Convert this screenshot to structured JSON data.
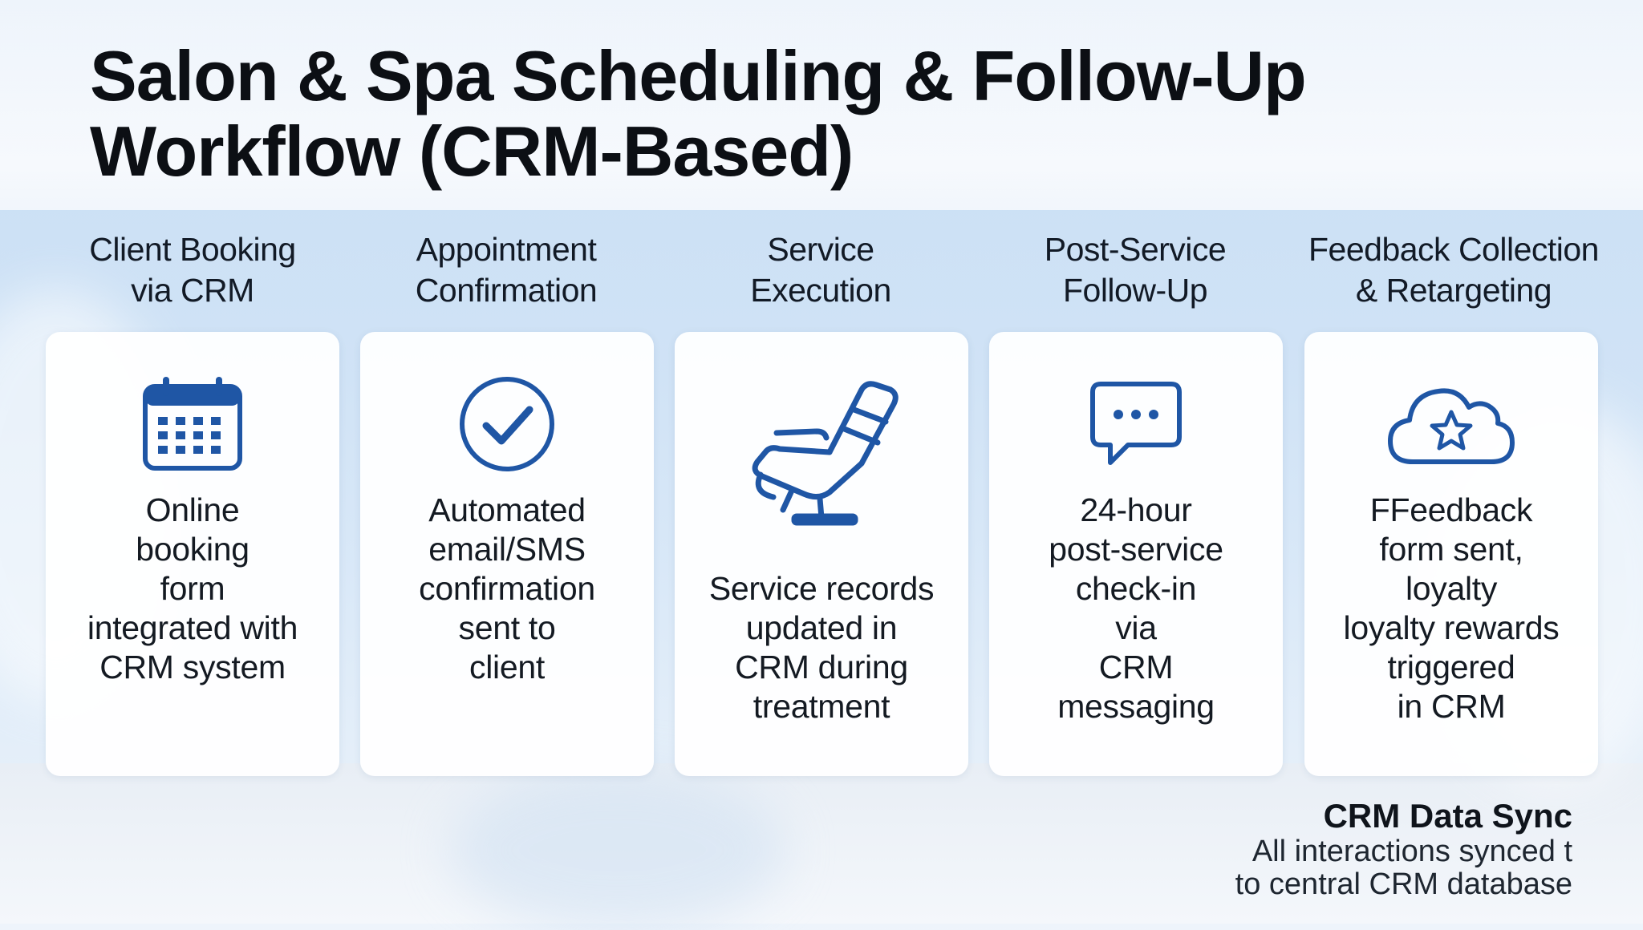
{
  "title": "Salon & Spa Scheduling & Follow-Up\nWorkflow (CRM-Based)",
  "steps": [
    {
      "title": "Client Booking\nvia CRM",
      "icon": "calendar-icon",
      "description": "Online\nbooking\nform\nintegrated with\nCRM system"
    },
    {
      "title": "Appointment\nConfirmation",
      "icon": "check-circle-icon",
      "description": "Automated\nemail/SMS\nconfirmation\nsent to\nclient"
    },
    {
      "title": "Service\nExecution",
      "icon": "salon-chair-icon",
      "description": "Service records\nupdated in\nCRM during\ntreatment"
    },
    {
      "title": "Post-Service\nFollow-Up",
      "icon": "chat-bubble-icon",
      "description": "24-hour\npost-service\ncheck-in\nvia\nCRM\nmessaging"
    },
    {
      "title": "Feedback Collection\n& Retargeting",
      "icon": "cloud-star-icon",
      "description": "FFeedback\nform sent,\nloyalty\nloyalty rewards\ntriggered\nin CRM"
    }
  ],
  "sync": {
    "title": "CRM Data Sync",
    "text": "All interactions synced t\nto central CRM database"
  },
  "colors": {
    "icon_blue": "#1f56a5",
    "band_blue": "#c6ddf4",
    "card_white": "#ffffff"
  }
}
